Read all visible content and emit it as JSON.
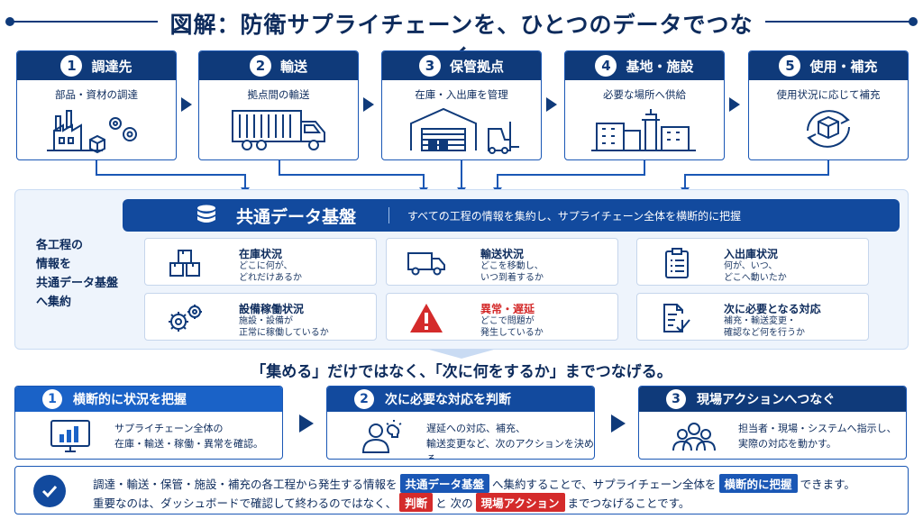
{
  "title": "図解：防衛サプライチェーンを、ひとつのデータでつなぐ",
  "steps": [
    {
      "num": "1",
      "label": "調達先",
      "desc": "部品・資材の調達",
      "icon": "factory-gears-icon"
    },
    {
      "num": "2",
      "label": "輸送",
      "desc": "拠点間の輸送",
      "icon": "truck-icon"
    },
    {
      "num": "3",
      "label": "保管拠点",
      "desc": "在庫・入出庫を管理",
      "icon": "warehouse-forklift-icon"
    },
    {
      "num": "4",
      "label": "基地・施設",
      "desc": "必要な場所へ供給",
      "icon": "base-facility-icon"
    },
    {
      "num": "5",
      "label": "使用・補充",
      "desc": "使用状況に応じて補充",
      "icon": "replenish-cycle-icon"
    }
  ],
  "platform": {
    "side_lines": [
      "各工程の",
      "情報を",
      "共通データ基盤",
      "へ集約"
    ],
    "title": "共通データ基盤",
    "subtitle": "すべての工程の情報を集約し、サプライチェーン全体を横断的に把握",
    "cards": [
      {
        "title": "在庫状況",
        "body": [
          "どこに何が、",
          "どれだけあるか"
        ],
        "icon": "boxes-icon"
      },
      {
        "title": "輸送状況",
        "body": [
          "どこを移動し、",
          "いつ到着するか"
        ],
        "icon": "truck-icon"
      },
      {
        "title": "入出庫状況",
        "body": [
          "何が、いつ、",
          "どこへ動いたか"
        ],
        "icon": "clipboard-icon"
      },
      {
        "title": "設備稼働状況",
        "body": [
          "施設・設備が",
          "正常に稼働しているか"
        ],
        "icon": "gears-icon"
      },
      {
        "title": "異常・遅延",
        "body": [
          "どこで問題が",
          "発生しているか"
        ],
        "icon": "warning-icon"
      },
      {
        "title": "次に必要となる対応",
        "body": [
          "補充・輸送変更・",
          "確認など何を行うか"
        ],
        "icon": "checklist-pen-icon"
      }
    ]
  },
  "tagline": "「集める」だけではなく、「次に何をするか」までつなげる。",
  "actions": [
    {
      "num": "1",
      "label": "横断的に状況を把握",
      "body": [
        "サプライチェーン全体の",
        "在庫・輸送・稼働・異常を確認。"
      ],
      "icon": "dashboard-chart-icon"
    },
    {
      "num": "2",
      "label": "次に必要な対応を判断",
      "body": [
        "遅延への対応、補充、",
        "輸送変更など、次のアクションを決める。"
      ],
      "icon": "person-idea-icon"
    },
    {
      "num": "3",
      "label": "現場アクションへつなぐ",
      "body": [
        "担当者・現場・システムへ指示し、",
        "実際の対応を動かす。"
      ],
      "icon": "team-icon"
    }
  ],
  "summary": {
    "line1_a": "調達・輸送・保管・施設・補充の各工程から発生する情報を",
    "line1_tag1": "共通データ基盤",
    "line1_b": "へ集約することで、サプライチェーン全体を",
    "line1_tag2": "横断的に把握",
    "line1_c": "できます。",
    "line2_a": "重要なのは、ダッシュボードで確認して終わるのではなく、",
    "line2_tag1": "判断",
    "line2_b": "と 次の",
    "line2_tag2": "現場アクション",
    "line2_c": "までつなげることです。"
  },
  "colors": {
    "navy": "#0f3a7a",
    "blue": "#124a9e",
    "accent_red": "#d42b2b",
    "panel_bg": "#eef4fc"
  }
}
